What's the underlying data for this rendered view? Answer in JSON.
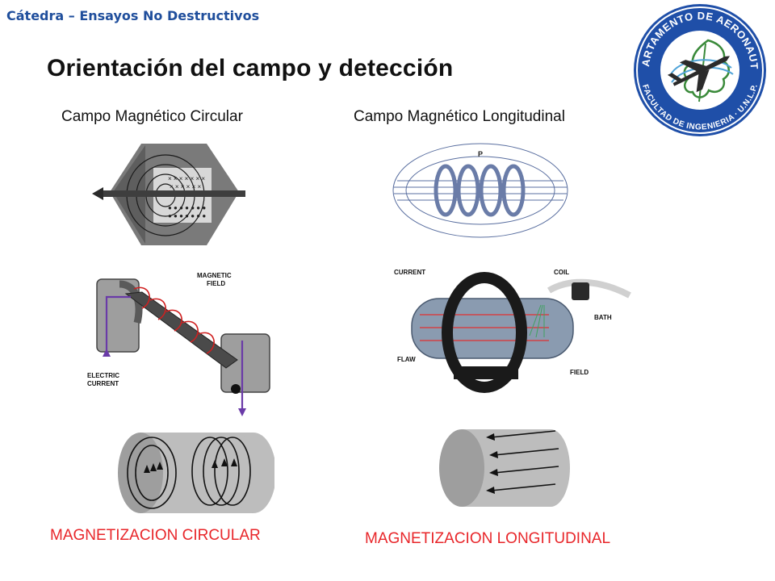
{
  "header": {
    "course": "Cátedra – Ensayos No Destructivos",
    "title": "Orientación del campo y detección"
  },
  "sections": {
    "circular": {
      "subtitle": "Campo Magnético Circular",
      "caption": "MAGNETIZACION CIRCULAR",
      "labels": {
        "field": "MAGNETIC FIELD",
        "field_line1": "MAGNETIC",
        "field_line2": "FIELD",
        "current_line1": "ELECTRIC",
        "current_line2": "CURRENT"
      }
    },
    "longitudinal": {
      "subtitle": "Campo Magnético Longitudinal",
      "caption": "MAGNETIZACION LONGITUDINAL",
      "labels": {
        "p": "P",
        "current": "CURRENT",
        "coil": "COIL",
        "bath": "BATH",
        "flaw": "FLAW",
        "field": "FIELD"
      }
    }
  },
  "logo": {
    "top_text": "DEPARTAMENTO DE AERONAUTICA",
    "bottom_text": "FACULTAD DE INGENIERIA · U.N.L.P.",
    "color": "#1f4fa8"
  },
  "colors": {
    "accent_red": "#e8262a",
    "course_blue": "#1f4e9c"
  }
}
